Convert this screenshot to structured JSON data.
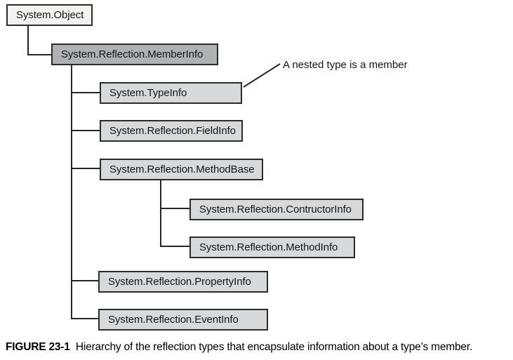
{
  "diagram": {
    "nodes": [
      {
        "id": "system-object",
        "label": "System.Object"
      },
      {
        "id": "system-reflection-memberinfo",
        "label": "System.Reflection.MemberInfo"
      },
      {
        "id": "system-typeinfo",
        "label": "System.TypeInfo"
      },
      {
        "id": "system-reflection-fieldinfo",
        "label": "System.Reflection.FieldInfo"
      },
      {
        "id": "system-reflection-methodbase",
        "label": "System.Reflection.MethodBase"
      },
      {
        "id": "system-reflection-contructorinfo",
        "label": "System.Reflection.ContructorInfo"
      },
      {
        "id": "system-reflection-methodinfo",
        "label": "System.Reflection.MethodInfo"
      },
      {
        "id": "system-reflection-propertyinfo",
        "label": "System.Reflection.PropertyInfo"
      },
      {
        "id": "system-reflection-eventinfo",
        "label": "System.Reflection.EventInfo"
      }
    ],
    "annotation": "A nested type is a member",
    "colors": {
      "root_fill": "#f2f2f1",
      "memberinfo_fill": "#b0b1b3",
      "child_fill": "#d8d9da",
      "border": "#2b2b2b",
      "line": "#262626",
      "text": "#161616",
      "background": "#ffffff"
    }
  },
  "caption": {
    "label": "FIGURE 23-1",
    "text": "Hierarchy of the reflection types that encapsulate information about a type’s member."
  }
}
